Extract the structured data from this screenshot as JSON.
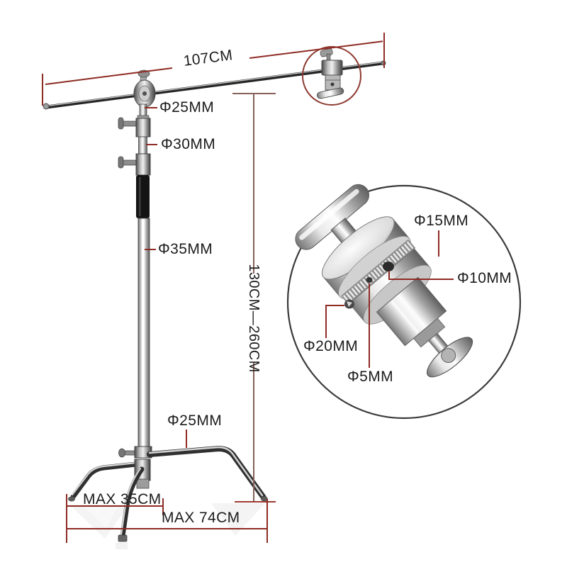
{
  "colors": {
    "background": "#ffffff",
    "dimension_line": "#8e2b24",
    "height_dimension_line": "#85625a",
    "detail_circle_stroke": "#3a3a3a",
    "small_circle_stroke": "#8e3b33",
    "text": "#1c1c1c"
  },
  "boom": {
    "length_label": "107CM"
  },
  "column": {
    "riser1_diameter_label": "Φ25MM",
    "riser2_diameter_label": "Φ30MM",
    "main_tube_diameter_label": "Φ35MM",
    "height_range_label": "130CM—260CM"
  },
  "base": {
    "leg_tube_diameter_label": "Φ25MM",
    "inner_spread_label": "MAX 35CM",
    "outer_spread_label": "MAX 74CM"
  },
  "grip_head_detail": {
    "top_bolt_label": "Φ15MM",
    "upper_hole_label": "Φ10MM",
    "side_hole_label": "Φ20MM",
    "pin_hole_label": "Φ5MM"
  }
}
